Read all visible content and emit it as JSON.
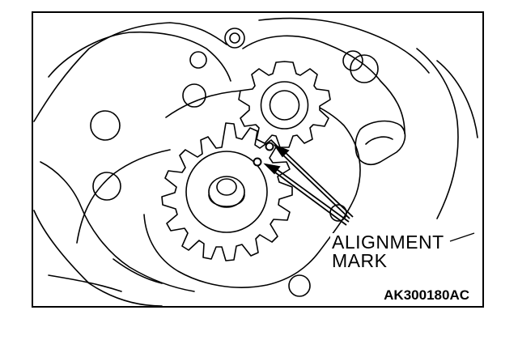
{
  "callout": {
    "line1": "ALIGNMENT",
    "line2": "MARK"
  },
  "figure_id": "AK300180AC",
  "colors": {
    "ink": "#000000",
    "paper": "#ffffff"
  }
}
